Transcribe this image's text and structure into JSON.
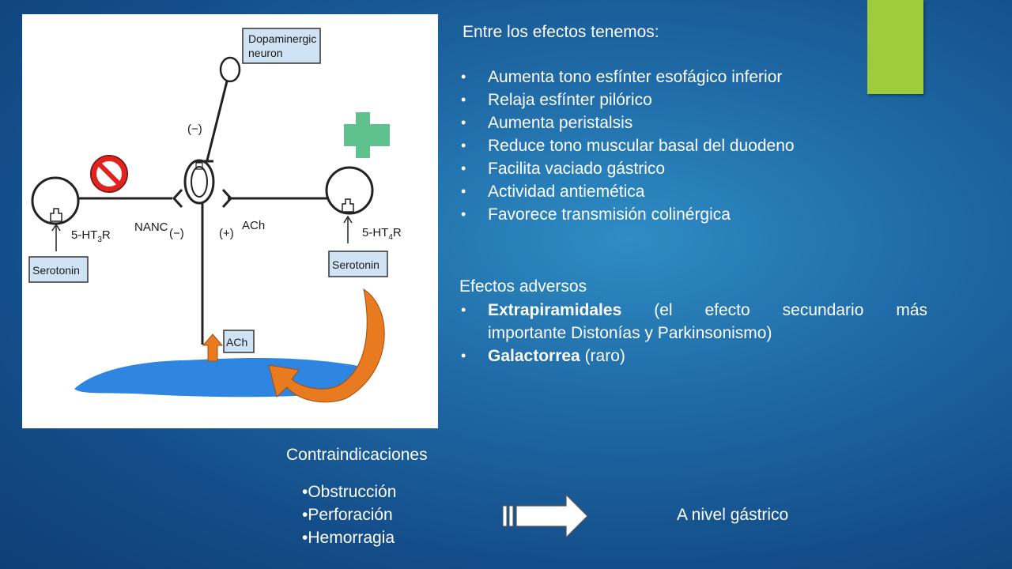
{
  "diagram": {
    "labels": {
      "dopaminergic_line1": "Dopaminergic",
      "dopaminergic_line2": "neuron",
      "minus_top": "(−)",
      "nanc": "NANC",
      "nanc_minus": "(−)",
      "plus": "(+)",
      "ach_right": "ACh",
      "ht3_left": "5-HT",
      "ht3_sub": "3",
      "ht3_r": "R",
      "ht4_left": "5-HT",
      "ht4_sub": "4",
      "ht4_r": "R",
      "serotonin_left": "Serotonin",
      "serotonin_right": "Serotonin",
      "ach_bottom": "ACh"
    },
    "colors": {
      "cross": "#5fc28e",
      "prohibition": "#e0231c",
      "orange_arrow": "#e87a20",
      "water": "#2f86e0",
      "label_box": "#cfe3f5"
    },
    "icons": [
      "plus-cross-icon",
      "prohibition-icon",
      "curved-arrow-icon",
      "up-arrow-icon"
    ]
  },
  "effects": {
    "title": "Entre los efectos tenemos:",
    "bullet": "•",
    "items": [
      "Aumenta tono esfínter esofágico inferior",
      "Relaja esfínter pilórico",
      "Aumenta peristalsis",
      "Reduce tono muscular basal del duodeno",
      "Facilita vaciado gástrico",
      "Actividad antiemética",
      "Favorece transmisión colinérgica"
    ]
  },
  "adverse": {
    "title": "Efectos adversos",
    "items": [
      {
        "bold": "Extrapiramidales",
        "rest_line1": " (el efecto secundario más",
        "rest_line2": "importante Distonías y Parkinsonismo)"
      },
      {
        "bold": "Galactorrea",
        "rest_line1": " (raro)",
        "rest_line2": ""
      }
    ]
  },
  "contra": {
    "title": "Contraindicaciones",
    "items": [
      "•Obstrucción",
      "•Perforación",
      "•Hemorragia"
    ],
    "target": "A nivel gástrico"
  },
  "accent_color": "#9fcc3b"
}
